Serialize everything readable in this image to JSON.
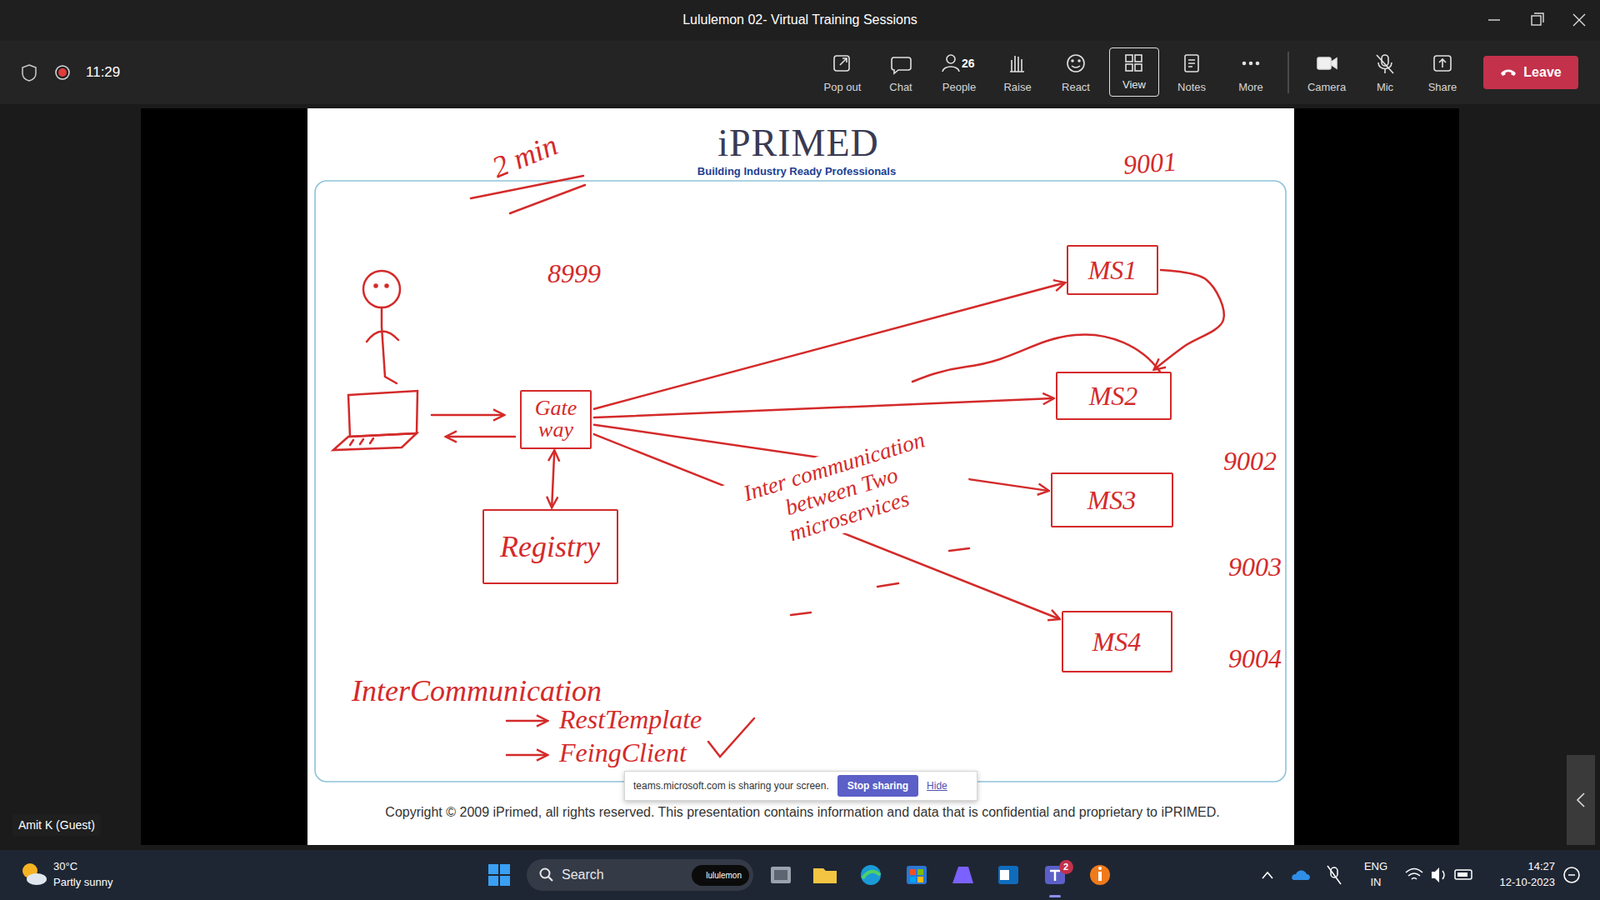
{
  "diagram": {
    "nodes": [
      {
        "text": [
          "View"
        ]
      },
      {
        "text": [
          "Leave"
        ]
      },
      {
        "text": [
          "Gate way"
        ]
      },
      {
        "text": [
          "Registry"
        ]
      },
      {
        "text": [
          "MS1"
        ]
      },
      {
        "text": [
          "MS2"
        ]
      },
      {
        "text": [
          "MS3"
        ]
      },
      {
        "text": [
          "MS4"
        ]
      },
      {
        "text": [
          "teams.microsoft.com is sharing your screen.",
          "Hide"
        ]
      },
      {
        "text": [
          "Stop sharing"
        ],
        "in": 8
      },
      {
        "text": [
          "Amit K (Guest)"
        ]
      },
      {
        "text": [
          "Search"
        ]
      },
      {
        "text": [
          "lululemon"
        ],
        "in": 11
      },
      {
        "text": [
          "2"
        ]
      }
    ],
    "edges": [
      {
        "from": 2,
        "to": 3,
        "arrow": "both"
      },
      {
        "from": 2,
        "to": 4,
        "arrow": "to"
      },
      {
        "from": 2,
        "to": 5,
        "arrow": "to"
      },
      {
        "from": 2,
        "to": 6,
        "arrow": "to"
      },
      {
        "from": 2,
        "to": 7,
        "arrow": "to"
      },
      {
        "from": 4,
        "to": 5,
        "arrow": "to"
      }
    ],
    "labels": [
      "Lululemon 02- Virtual Training Sessions",
      "11:29",
      "Pop out",
      "Chat",
      "26",
      "People",
      "Raise",
      "React",
      "Notes",
      "More",
      "Camera",
      "Mic",
      "Share",
      "iPRIMED",
      "Building Industry Ready Professionals",
      "2 min",
      "9001",
      "8999",
      "9002",
      "9003",
      "9004",
      "Inter communication between Two microservices",
      "InterCommunication",
      "RestTemplate",
      "FeingClient",
      "Copyright © 2009 iPrimed, all rights reserved. This presentation contains information and data that is confidential and proprietary to iPRIMED.",
      "30°C",
      "Partly sunny",
      "ENG",
      "IN",
      "14:27",
      "12-10-2023"
    ]
  }
}
